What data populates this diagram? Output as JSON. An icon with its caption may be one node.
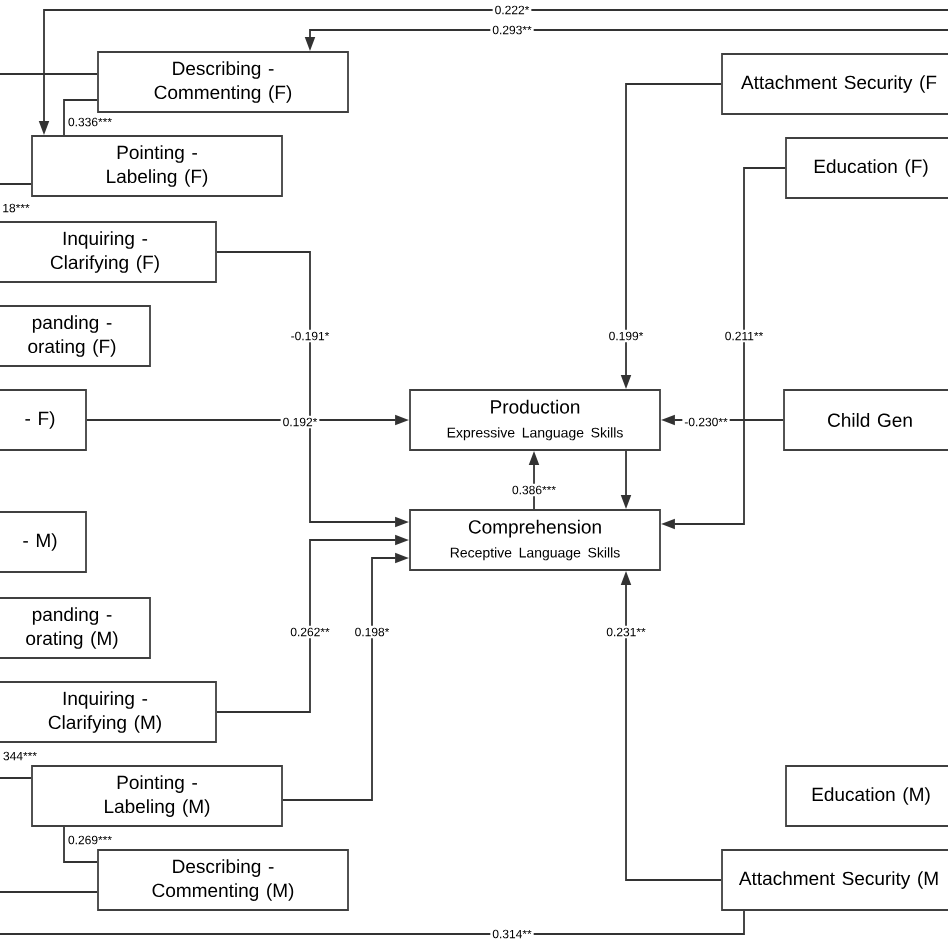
{
  "diagram": {
    "nodes": [
      {
        "text": [
          "Describing - Commenting (F)"
        ]
      },
      {
        "text": [
          "Pointing - Labeling (F)"
        ]
      },
      {
        "text": [
          "Inquiring - Clarifying (F)"
        ]
      },
      {
        "text": [
          "panding - orating (F)"
        ]
      },
      {
        "text": [
          "- F)"
        ]
      },
      {
        "text": [
          "Production",
          "Expressive Language Skills"
        ]
      },
      {
        "text": [
          "Comprehension",
          "Receptive Language Skills"
        ]
      },
      {
        "text": [
          "- M)"
        ]
      },
      {
        "text": [
          "panding - orating (M)"
        ]
      },
      {
        "text": [
          "Inquiring - Clarifying (M)"
        ]
      },
      {
        "text": [
          "Pointing - Labeling (M)"
        ]
      },
      {
        "text": [
          "Describing - Commenting (M)"
        ]
      },
      {
        "text": [
          "Attachment Security (F"
        ]
      },
      {
        "text": [
          "Education (F)"
        ]
      },
      {
        "text": [
          "Child Gen"
        ]
      },
      {
        "text": [
          "Education (M)"
        ]
      },
      {
        "text": [
          "Attachment Security (M"
        ]
      }
    ],
    "edges": [
      {
        "from": null,
        "to": 1,
        "arrow": "to",
        "label": "0.222*"
      },
      {
        "from": null,
        "to": 0,
        "arrow": "to",
        "label": "0.293**"
      },
      {
        "from": 0,
        "to": null,
        "arrow": "none"
      },
      {
        "from": 0,
        "to": 1,
        "arrow": "none",
        "label": "0.336***"
      },
      {
        "from": 1,
        "to": null,
        "arrow": "none",
        "label": "18***"
      },
      {
        "from": 2,
        "to": 6,
        "arrow": "to",
        "label": "-0.191*"
      },
      {
        "from": 4,
        "to": 5,
        "arrow": "to",
        "label": "0.192*"
      },
      {
        "from": 12,
        "to": 5,
        "arrow": "to",
        "label": "0.199*"
      },
      {
        "from": 5,
        "to": 6,
        "arrow": "to"
      },
      {
        "from": 6,
        "to": 5,
        "arrow": "to",
        "label": "0.386***"
      },
      {
        "from": 13,
        "to": 6,
        "arrow": "to",
        "label": "0.211**"
      },
      {
        "from": 14,
        "to": 5,
        "arrow": "to",
        "label": "-0.230**"
      },
      {
        "from": 9,
        "to": 6,
        "arrow": "to",
        "label": "0.262**"
      },
      {
        "from": 10,
        "to": 6,
        "arrow": "to",
        "label": "0.198*"
      },
      {
        "from": 16,
        "to": 6,
        "arrow": "to",
        "label": "0.231**"
      },
      {
        "from": 16,
        "to": null,
        "arrow": "none",
        "label": "0.314**"
      },
      {
        "from": 10,
        "to": null,
        "arrow": "none",
        "label": "344***"
      },
      {
        "from": 10,
        "to": 11,
        "arrow": "none",
        "label": "0.269***"
      },
      {
        "from": 11,
        "to": null,
        "arrow": "none"
      }
    ]
  }
}
